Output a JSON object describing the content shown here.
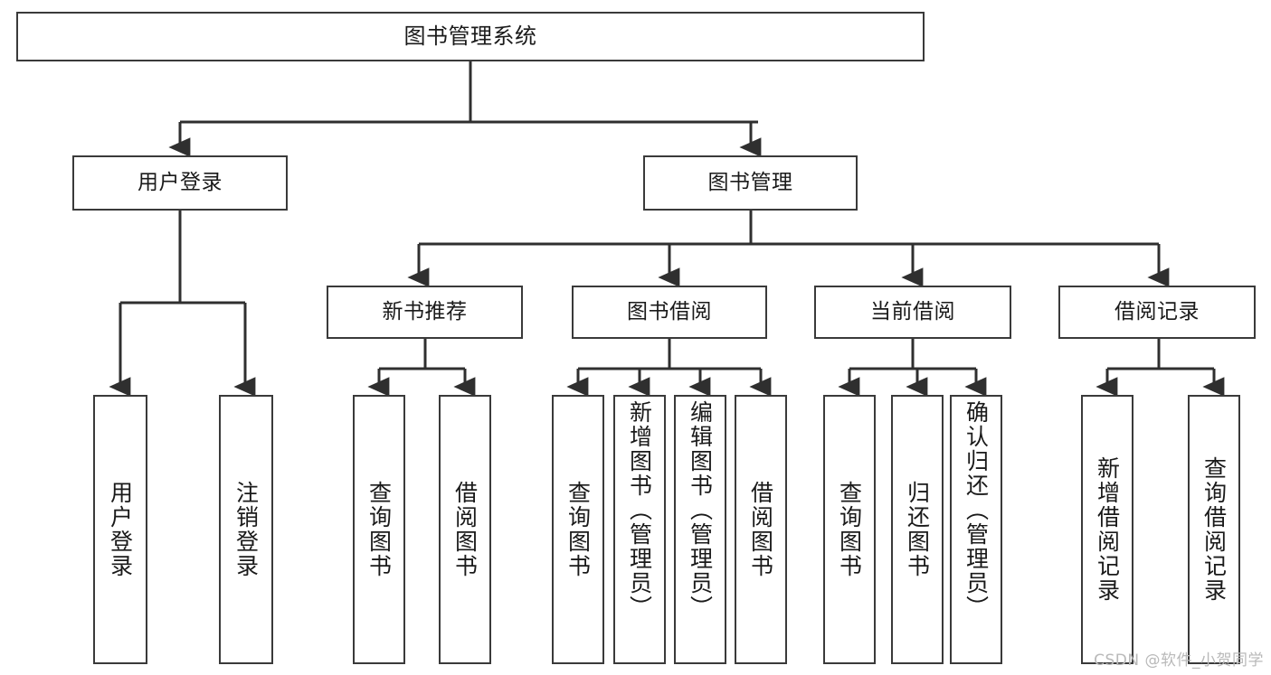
{
  "diagram": {
    "type": "tree",
    "title": "图书管理系统",
    "watermark": "CSDN @软件_小贺同学",
    "colors": {
      "box_stroke": "#3a3a3a",
      "box_fill": "#ffffff",
      "edge": "#2f2f2f",
      "text": "#1a1a1a",
      "watermark": "#b9b9b9"
    },
    "levels": {
      "root": {
        "label": "图书管理系统"
      },
      "level2": [
        {
          "label": "用户登录"
        },
        {
          "label": "图书管理"
        }
      ],
      "level3": [
        {
          "label": "新书推荐"
        },
        {
          "label": "图书借阅"
        },
        {
          "label": "当前借阅"
        },
        {
          "label": "借阅记录"
        }
      ],
      "leaves": {
        "user_login": [
          {
            "label": "用户登录"
          },
          {
            "label": "注销登录"
          }
        ],
        "new_book": [
          {
            "label": "查询图书"
          },
          {
            "label": "借阅图书"
          }
        ],
        "book_borrow": [
          {
            "label": "查询图书"
          },
          {
            "label": "新增图书（管理员）"
          },
          {
            "label": "编辑图书（管理员）"
          },
          {
            "label": "借阅图书"
          }
        ],
        "current_borrow": [
          {
            "label": "查询图书"
          },
          {
            "label": "归还图书"
          },
          {
            "label": "确认归还（管理员）"
          }
        ],
        "borrow_record": [
          {
            "label": "新增借阅记录"
          },
          {
            "label": "查询借阅记录"
          }
        ]
      }
    }
  }
}
